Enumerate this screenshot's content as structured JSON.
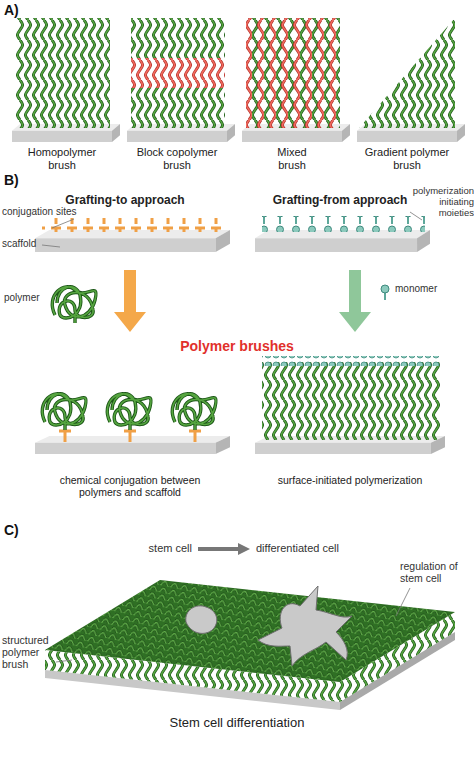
{
  "diagram": {
    "labels": [
      "A)",
      "Homopolymer brush",
      "Block copolymer brush",
      "Mixed brush",
      "Gradient polymer brush",
      "B)",
      "Grafting-to approach",
      "Grafting-from approach",
      "conjugation sites",
      "scaffold",
      "polymerization initiating moieties",
      "polymer",
      "monomer",
      "Polymer brushes",
      "chemical conjugation between polymers and scaffold",
      "surface-initiated polymerization",
      "C)",
      "stem cell",
      "differentiated cell",
      "regulation of stem cell",
      "structured polymer brush",
      "Stem cell differentiation"
    ]
  }
}
